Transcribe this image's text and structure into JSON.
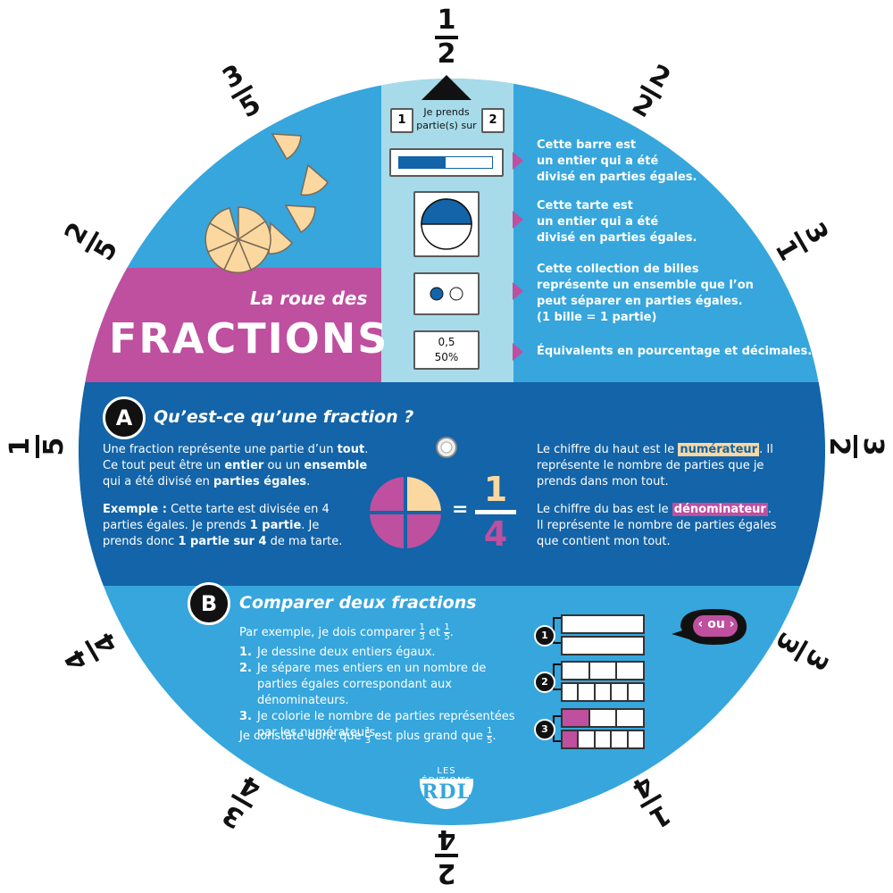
{
  "outer_labels": [
    {
      "n": "1",
      "d": "2",
      "angle": 0
    },
    {
      "n": "2",
      "d": "2",
      "angle": 30
    },
    {
      "n": "3",
      "d": "1",
      "angle": 60
    },
    {
      "n": "3",
      "d": "2",
      "angle": 90
    },
    {
      "n": "3",
      "d": "3",
      "angle": 120
    },
    {
      "n": "1",
      "d": "4",
      "angle": 150
    },
    {
      "n": "2",
      "d": "4",
      "angle": 180
    },
    {
      "n": "3",
      "d": "4",
      "angle": 210
    },
    {
      "n": "4",
      "d": "4",
      "angle": 240
    },
    {
      "n": "1",
      "d": "5",
      "angle": 270
    },
    {
      "n": "2",
      "d": "5",
      "angle": 300
    },
    {
      "n": "3",
      "d": "5",
      "angle": 330
    }
  ],
  "window": {
    "prends_label": "Je prends\npartie(s) sur",
    "num_value": "1",
    "den_value": "2",
    "equiv_decimal": "0,5",
    "equiv_percent": "50%",
    "bar_fill_fraction": 0.5
  },
  "descriptions": {
    "bar": "Cette barre est\nun entier qui a été\ndivisé en parties égales.",
    "pie": "Cette tarte est\nun entier qui a été\ndivisé en parties égales.",
    "marbles": "Cette collection de billes\nreprésente un ensemble que l’on\npeut séparer en parties égales.\n(1 bille = 1 partie)",
    "equiv": "Équivalents en pourcentage et décimales."
  },
  "title": {
    "small": "La roue des",
    "big": "FRACTIONS"
  },
  "section_a": {
    "badge": "A",
    "heading": "Qu’est-ce qu’une fraction ?",
    "p1_a": "Une fraction représente une partie d’un ",
    "p1_tout": "tout",
    "p1_b": ". Ce tout peut être un ",
    "p1_entier": "entier",
    "p1_c": " ou un ",
    "p1_ensemble": "ensemble",
    "p1_d": " qui a été divisé en ",
    "p1_parties": "parties égales",
    "p1_e": ".",
    "ex_label": "Exemple :",
    "ex_a": " Cette tarte est divisée en 4 parties égales. Je prends ",
    "ex_1partie": "1 partie",
    "ex_b": ". Je prends donc ",
    "ex_sur": "1 partie sur 4",
    "ex_c": " de ma tarte.",
    "frac_num": "1",
    "frac_den": "4",
    "equals": "=",
    "right_top_a": "Le chiffre du haut est le ",
    "right_top_hl": "numérateur",
    "right_top_b": ". Il représente le nombre de parties que je prends dans mon tout.",
    "right_bot_a": "Le chiffre du bas est le ",
    "right_bot_hl": "dénominateur",
    "right_bot_b": ". Il représente le nombre de parties égales que contient mon tout."
  },
  "section_b": {
    "badge": "B",
    "heading": "Comparer deux fractions",
    "intro_a": "Par exemple, je dois comparer",
    "intro_et": "et",
    "intro_end": ".",
    "step1_n": "1.",
    "step1": "Je dessine deux entiers égaux.",
    "step2_n": "2.",
    "step2": "Je sépare mes entiers en un nombre de parties égales correspondant aux dénominateurs.",
    "step3_n": "3.",
    "step3": "Je colorie le nombre de parties représentées par les numérateurs.",
    "concl_a": "Je constate donc que",
    "concl_b": "est plus grand que",
    "concl_end": ".",
    "f1_n": "1",
    "f1_d": "3",
    "f2_n": "1",
    "f2_d": "5",
    "ou": "ou",
    "row_labels": [
      "1",
      "2",
      "3"
    ]
  },
  "logo": {
    "line1": "LES ÉDITIONS",
    "line2": "RDL"
  },
  "colors": {
    "light_blue": "#36a6dd",
    "dark_blue": "#1364a8",
    "magenta": "#bf4f9f",
    "pale_orange": "#fbd8a0",
    "window_blue": "#a7dbea"
  }
}
